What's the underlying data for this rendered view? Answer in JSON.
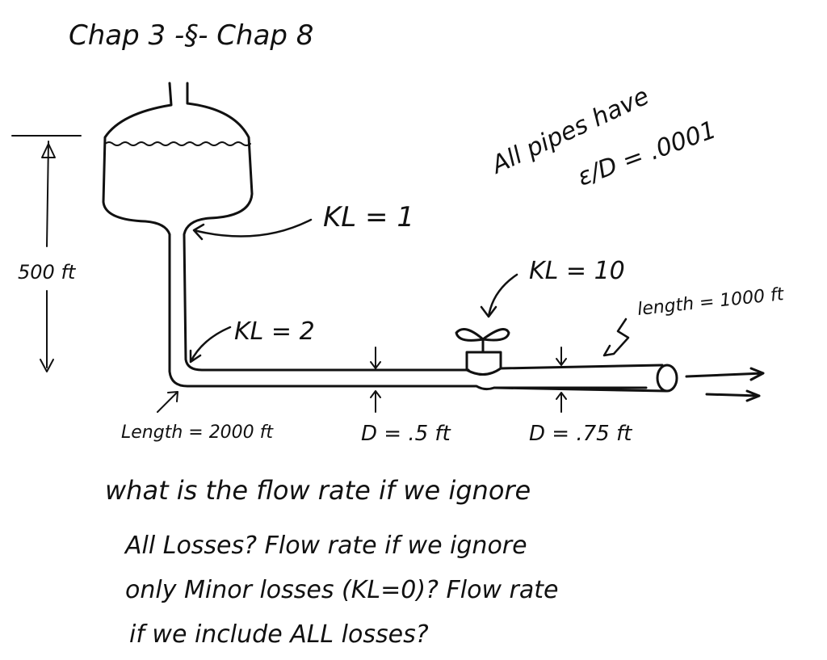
{
  "header": {
    "title": "Chap 3 -§- Chap 8"
  },
  "labels": {
    "roughness_line1": "All pipes have",
    "roughness_line2": "ε/D = .0001",
    "kl_top": "Kₗ = 1",
    "kl_top_text": "KL = 1",
    "kl_elbow": "KL = 2",
    "kl_valve": "KL = 10",
    "height": "500 ft",
    "length_vertical": "Length = 2000 ft",
    "diameter_small": "D = .5 ft",
    "diameter_large": "D = .75 ft",
    "length_horizontal": "length = 1000 ft"
  },
  "question": {
    "lines": [
      "what is the flow rate if we ignore",
      "All Losses? Flow rate if we ignore",
      "only Minor losses (KL=0)? Flow rate",
      "if we include ALL losses?"
    ]
  },
  "colors": {
    "ink": "#111111",
    "paper": "#ffffff"
  }
}
